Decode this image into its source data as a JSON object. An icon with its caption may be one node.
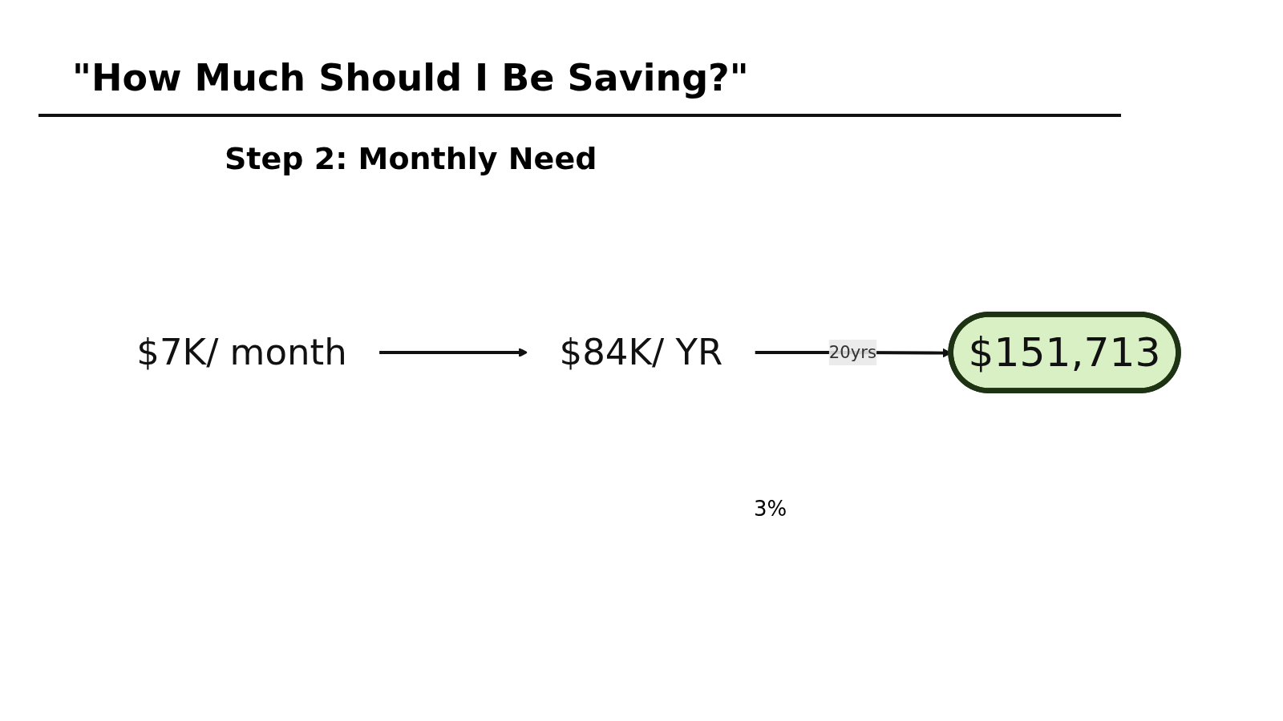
{
  "diagram": {
    "title": "\"How Much Should I Be Saving?\"",
    "nodes": [
      {
        "text": [
          "$7K/ month"
        ]
      },
      {
        "text": [
          "$84K/ YR"
        ]
      },
      {
        "text": [
          "$151,713"
        ]
      }
    ],
    "edges": [
      {
        "from": 0,
        "to": 1,
        "arrow": "to"
      },
      {
        "from": 1,
        "to": 2,
        "arrow": "to",
        "label": "20yrs"
      }
    ],
    "labels": [
      "Step 2: Monthly Need",
      "3%"
    ]
  }
}
